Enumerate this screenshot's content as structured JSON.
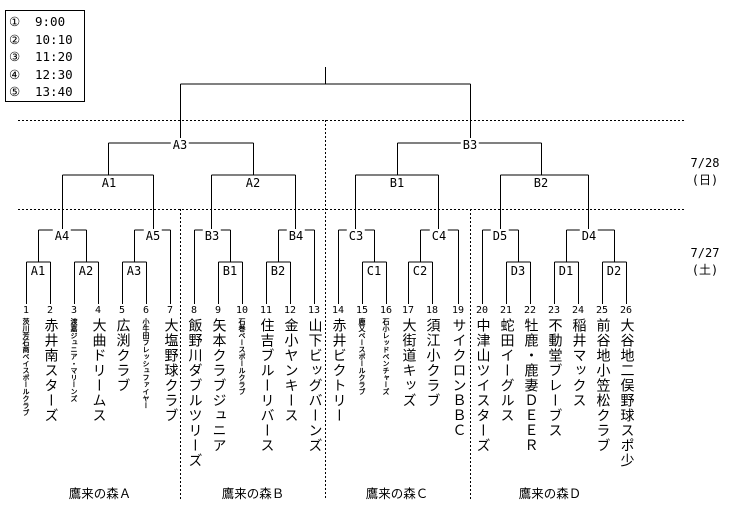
{
  "schedule": [
    {
      "mark": "①",
      "time": "9:00"
    },
    {
      "mark": "②",
      "time": "10:10"
    },
    {
      "mark": "③",
      "time": "11:20"
    },
    {
      "mark": "④",
      "time": "12:30"
    },
    {
      "mark": "⑤",
      "time": "13:40"
    }
  ],
  "dates": {
    "upper": {
      "date": "7/28",
      "day": "(日)"
    },
    "lower": {
      "date": "7/27",
      "day": "(土)"
    }
  },
  "matches": {
    "A3": "A3",
    "B3": "B3",
    "A1": "A1",
    "A2": "A2",
    "B1": "B1",
    "B2": "B2",
    "A4": "A4",
    "A5": "A5",
    "B3_2": "B3",
    "B4": "B4",
    "C3": "C3",
    "C4": "C4",
    "D5": "D5",
    "D4": "D4",
    "A1_2": "A1",
    "A2_2": "A2",
    "A3_2": "A3",
    "B1_2": "B1",
    "B2_2": "B2",
    "C1": "C1",
    "C2": "C2",
    "D3": "D3",
    "D1": "D1",
    "D2": "D2"
  },
  "teams": [
    {
      "num": "1",
      "name": "茨川芳石商ベイスボールクラブ"
    },
    {
      "num": "2",
      "name": "赤井南スターズ"
    },
    {
      "num": "3",
      "name": "渡嘉ジュニア・マリーンズ"
    },
    {
      "num": "4",
      "name": "大曲ドリームス"
    },
    {
      "num": "5",
      "name": "広渕クラブ"
    },
    {
      "num": "6",
      "name": "小牛田フレッシュファイヤー"
    },
    {
      "num": "7",
      "name": "大塩野球クラブ"
    },
    {
      "num": "8",
      "name": "飯野川ダブルツリーズ"
    },
    {
      "num": "9",
      "name": "矢本クラブジュニア"
    },
    {
      "num": "10",
      "name": "石巻ベースボールクラブ"
    },
    {
      "num": "11",
      "name": "住吉ブルーリバース"
    },
    {
      "num": "12",
      "name": "金小ヤンキース"
    },
    {
      "num": "13",
      "name": "山下ビッグバーンズ"
    },
    {
      "num": "14",
      "name": "赤井ビクトリー"
    },
    {
      "num": "15",
      "name": "鹿又ベースボールクラブ"
    },
    {
      "num": "16",
      "name": "石小レッドベンチャーズ"
    },
    {
      "num": "17",
      "name": "大街道キッズ"
    },
    {
      "num": "18",
      "name": "須江小クラブ"
    },
    {
      "num": "19",
      "name": "サイクロンＢＢＣ"
    },
    {
      "num": "20",
      "name": "中津山ツイスターズ"
    },
    {
      "num": "21",
      "name": "蛇田イーグルス"
    },
    {
      "num": "22",
      "name": "牡鹿・鹿妻ＤＥＥＲ"
    },
    {
      "num": "23",
      "name": "不動堂ブレーブス"
    },
    {
      "num": "24",
      "name": "稲井マックス"
    },
    {
      "num": "25",
      "name": "前谷地小笠松クラブ"
    },
    {
      "num": "26",
      "name": "大谷地二俣野球スポ少"
    }
  ],
  "venues": [
    "鷹来の森Ａ",
    "鷹来の森Ｂ",
    "鷹来の森Ｃ",
    "鷹来の森Ｄ"
  ]
}
